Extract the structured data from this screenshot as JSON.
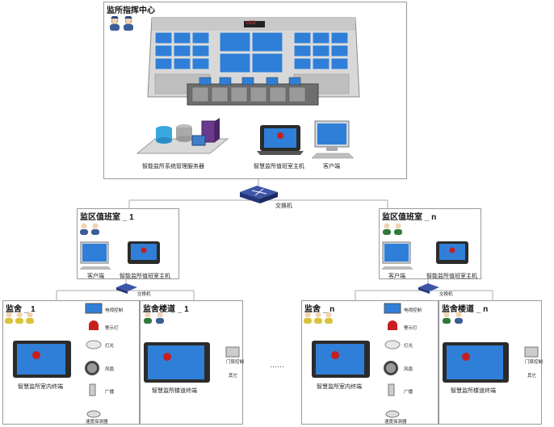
{
  "command_center": {
    "title": "监所指挥中心",
    "server_label": "智能监所系统管理服务器",
    "host_label": "智慧监所值班室主机",
    "client_label": "客户端",
    "screen_sign": "LED"
  },
  "switch_label": "交换机",
  "duty_rooms": [
    {
      "title": "监区值班室 _ 1",
      "client_label": "客户端",
      "host_label": "智能监所值班室主机",
      "switch_label": "交换机"
    },
    {
      "title": "监区值班室 _ n",
      "client_label": "客户端",
      "host_label": "智能监所值班室主机",
      "switch_label": "交换机"
    }
  ],
  "cells": [
    {
      "title": "监舍 _ 1",
      "terminal_label": "智慧监所室内终端",
      "devices": [
        "电视控制",
        "警示灯",
        "灯光",
        "风扇",
        "广播",
        "速度探测器"
      ]
    },
    {
      "title": "监舍 _ n",
      "terminal_label": "智慧监所室内终端",
      "devices": [
        "电视控制",
        "警示灯",
        "灯光",
        "风扇",
        "广播",
        "速度探测器"
      ]
    }
  ],
  "corridors": [
    {
      "title": "监舍楼道 _ 1",
      "terminal_label": "智慧监所楼道终端",
      "devices": [
        "门禁控制",
        "其它"
      ]
    },
    {
      "title": "监舍楼道 _ n",
      "terminal_label": "智慧监所楼道终端",
      "devices": [
        "门禁控制",
        "其它"
      ]
    }
  ],
  "ellipsis": "……",
  "colors": {
    "screen_blue": "#2f7fd8",
    "switch_blue": "#2a3f8f",
    "terminal_red": "#c81e1e"
  }
}
